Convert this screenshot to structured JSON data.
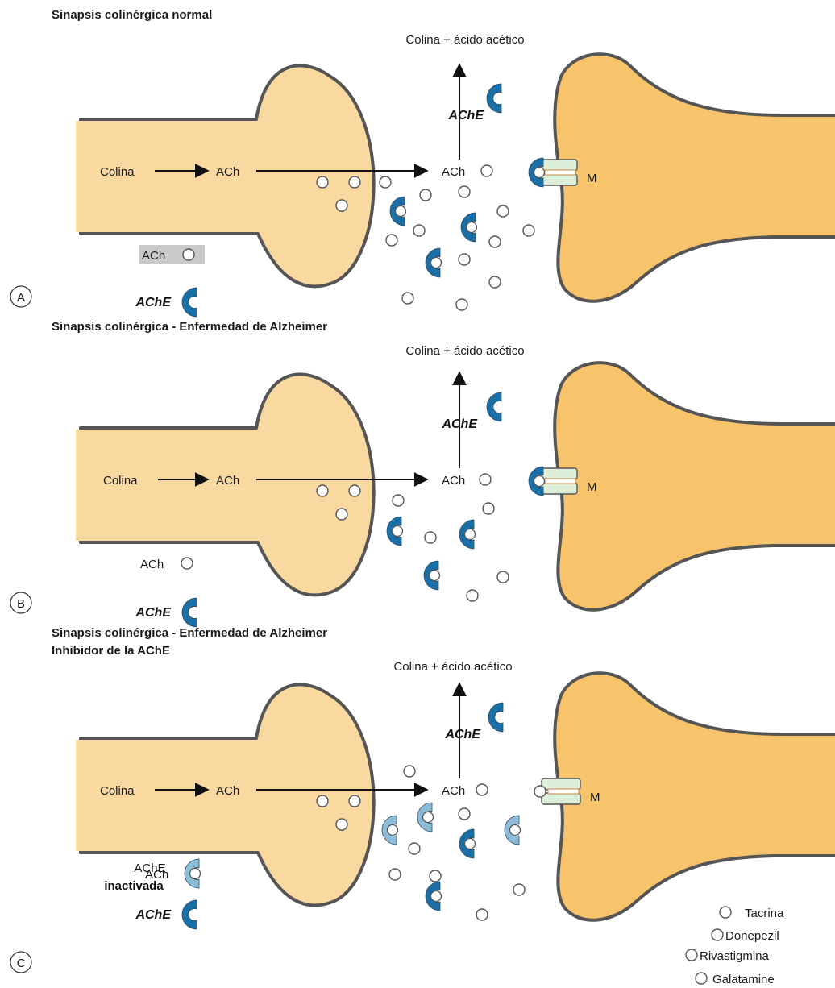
{
  "colors": {
    "presynaptic": "#FAD9A0",
    "postsynaptic": "#F7C46C",
    "outline": "#555555",
    "ache": "#1A6FA6",
    "ache_inactive": "#8DBCD9",
    "receptor": "#DDEFD8",
    "highlight_bg": "#C9C9C9"
  },
  "panels": [
    {
      "title": "Sinapsis colinérgica normal",
      "subtitle": "",
      "products": "Colina + ácido acético",
      "enzyme": "AChE",
      "choline": "Colina",
      "ach": "ACh",
      "ach_cleft": "ACh",
      "receptor": "M",
      "legend_ach": "ACh",
      "legend_ache": "AChE",
      "letter": "A"
    },
    {
      "title": "Sinapsis colinérgica - Enfermedad de Alzheimer",
      "subtitle": "",
      "products": "Colina + ácido acético",
      "enzyme": "AChE",
      "choline": "Colina",
      "ach": "ACh",
      "ach_cleft": "ACh",
      "receptor": "M",
      "legend_ach": "ACh",
      "legend_ache": "AChE",
      "letter": "B"
    },
    {
      "title": "Sinapsis colinérgica - Enfermedad de Alzheimer",
      "subtitle": "Inhibidor de la AChE",
      "products": "Colina + ácido acético",
      "enzyme": "AChE",
      "choline": "Colina",
      "ach": "ACh",
      "ach_cleft": "ACh",
      "receptor": "M",
      "legend_ach": "ACh",
      "legend_ache": "AChE",
      "legend_inactive_line1": "AChE",
      "legend_inactive_line2": "inactivada",
      "letter": "C"
    }
  ],
  "inhibitors": [
    "Tacrina",
    "Donepezil",
    "Rivastigmina",
    "Galatamine"
  ]
}
